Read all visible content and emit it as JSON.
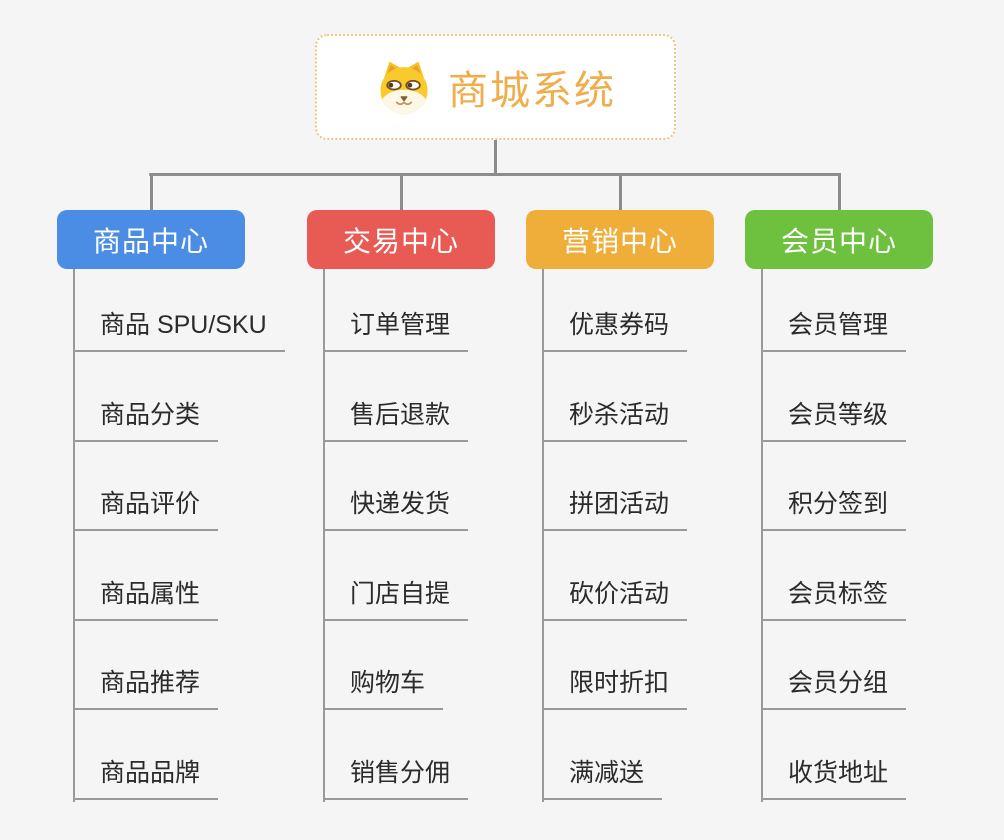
{
  "root": {
    "title": "商城系统",
    "icon": "dog-face-icon"
  },
  "branches": [
    {
      "label": "商品中心",
      "color": "#4b8de4",
      "items": [
        "商品 SPU/SKU",
        "商品分类",
        "商品评价",
        "商品属性",
        "商品推荐",
        "商品品牌"
      ]
    },
    {
      "label": "交易中心",
      "color": "#e85a54",
      "items": [
        "订单管理",
        "售后退款",
        "快递发货",
        "门店自提",
        "购物车",
        "销售分佣"
      ]
    },
    {
      "label": "营销中心",
      "color": "#efad3a",
      "items": [
        "优惠券码",
        "秒杀活动",
        "拼团活动",
        "砍价活动",
        "限时折扣",
        "满减送"
      ]
    },
    {
      "label": "会员中心",
      "color": "#6ec13e",
      "items": [
        "会员管理",
        "会员等级",
        "积分签到",
        "会员标签",
        "会员分组",
        "收货地址"
      ]
    }
  ],
  "colors": {
    "background": "#f5f5f5",
    "connector": "#8c8c8c",
    "item_line": "#999999",
    "item_text": "#2b2b2b",
    "root_text": "#f0ad4c",
    "root_border": "#f2c37c"
  }
}
